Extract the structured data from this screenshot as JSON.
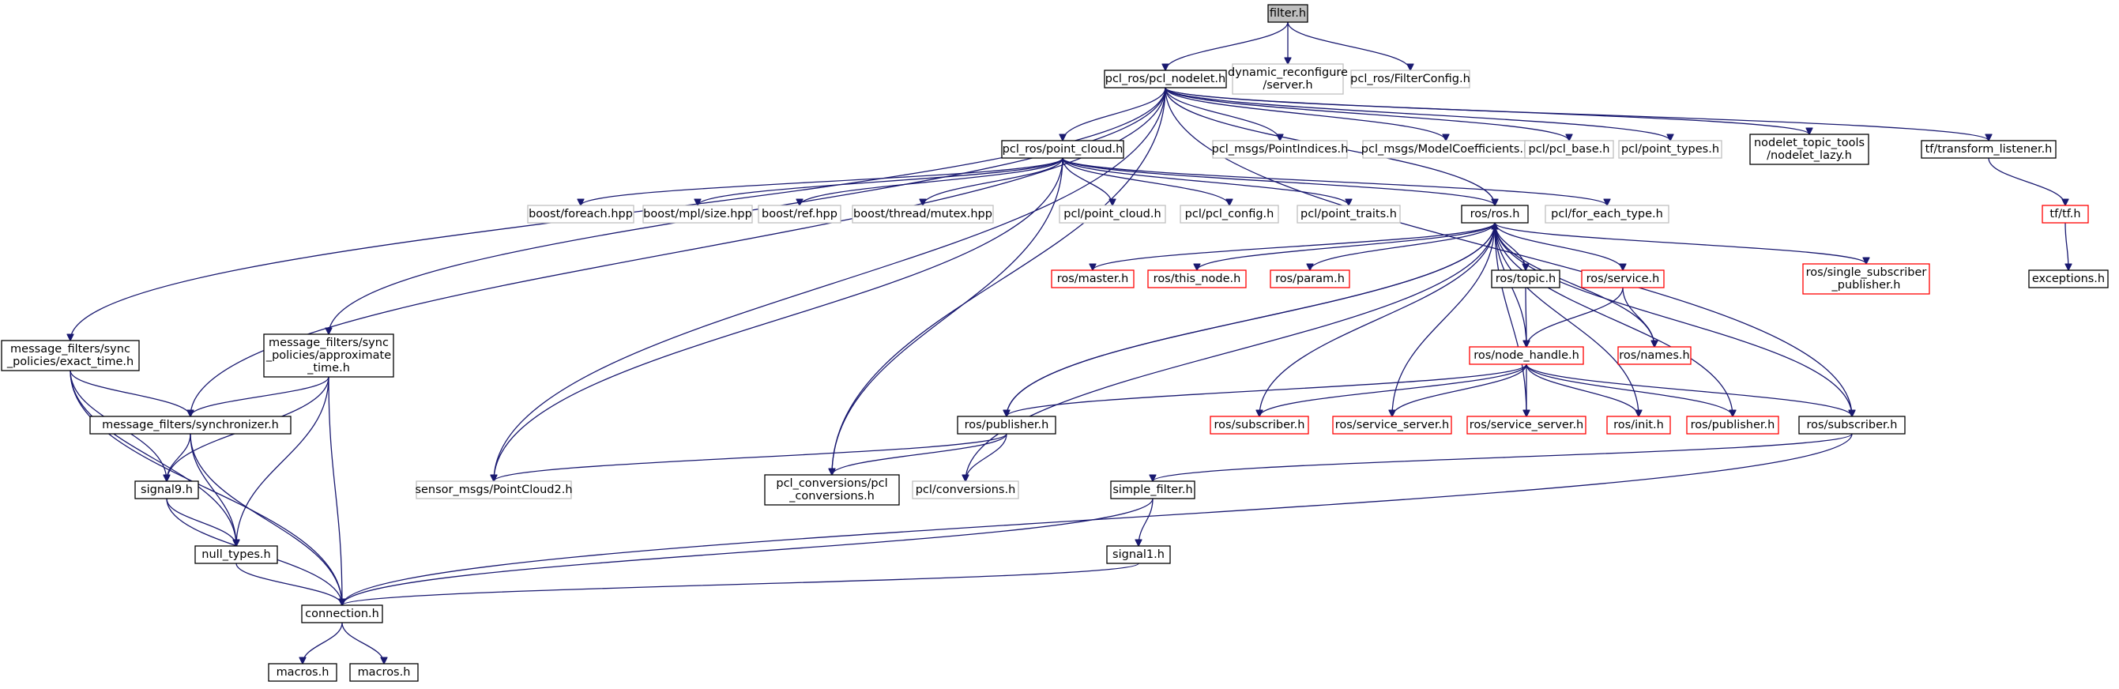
{
  "colors": {
    "edge": "#191970",
    "root_fill": "#bfbfbf",
    "box_fill": "#ffffff",
    "normal_border": "#000000",
    "external_border": "#bfbfbf",
    "missing_border": "#ff0000",
    "text": "#000000"
  },
  "nodes": [
    {
      "id": "filter_h",
      "lines": [
        "filter.h"
      ],
      "style": "root"
    },
    {
      "id": "pcl_nodelet",
      "lines": [
        "pcl_ros/pcl_nodelet.h"
      ],
      "style": "normal"
    },
    {
      "id": "dyn_reconf",
      "lines": [
        "dynamic_reconfigure",
        "/server.h"
      ],
      "style": "external"
    },
    {
      "id": "filter_config",
      "lines": [
        "pcl_ros/FilterConfig.h"
      ],
      "style": "external"
    },
    {
      "id": "point_cloud",
      "lines": [
        "pcl_ros/point_cloud.h"
      ],
      "style": "normal"
    },
    {
      "id": "point_indices",
      "lines": [
        "pcl_msgs/PointIndices.h"
      ],
      "style": "external"
    },
    {
      "id": "model_coeff",
      "lines": [
        "pcl_msgs/ModelCoefficients.h"
      ],
      "style": "external"
    },
    {
      "id": "pcl_base",
      "lines": [
        "pcl/pcl_base.h"
      ],
      "style": "external"
    },
    {
      "id": "point_types",
      "lines": [
        "pcl/point_types.h"
      ],
      "style": "external"
    },
    {
      "id": "nodelet_lazy",
      "lines": [
        "nodelet_topic_tools",
        "/nodelet_lazy.h"
      ],
      "style": "normal"
    },
    {
      "id": "tf_listener",
      "lines": [
        "tf/transform_listener.h"
      ],
      "style": "normal"
    },
    {
      "id": "tf_h",
      "lines": [
        "tf/tf.h"
      ],
      "style": "missing"
    },
    {
      "id": "exceptions",
      "lines": [
        "exceptions.h"
      ],
      "style": "normal"
    },
    {
      "id": "boost_foreach",
      "lines": [
        "boost/foreach.hpp"
      ],
      "style": "external"
    },
    {
      "id": "boost_mpl",
      "lines": [
        "boost/mpl/size.hpp"
      ],
      "style": "external"
    },
    {
      "id": "boost_ref",
      "lines": [
        "boost/ref.hpp"
      ],
      "style": "external"
    },
    {
      "id": "boost_mutex",
      "lines": [
        "boost/thread/mutex.hpp"
      ],
      "style": "external"
    },
    {
      "id": "pcl_point_cloud",
      "lines": [
        "pcl/point_cloud.h"
      ],
      "style": "external"
    },
    {
      "id": "pcl_config",
      "lines": [
        "pcl/pcl_config.h"
      ],
      "style": "external"
    },
    {
      "id": "point_traits",
      "lines": [
        "pcl/point_traits.h"
      ],
      "style": "external"
    },
    {
      "id": "ros_h",
      "lines": [
        "ros/ros.h"
      ],
      "style": "normal"
    },
    {
      "id": "for_each_type",
      "lines": [
        "pcl/for_each_type.h"
      ],
      "style": "external"
    },
    {
      "id": "ros_master",
      "lines": [
        "ros/master.h"
      ],
      "style": "missing"
    },
    {
      "id": "ros_this_node",
      "lines": [
        "ros/this_node.h"
      ],
      "style": "missing"
    },
    {
      "id": "ros_param",
      "lines": [
        "ros/param.h"
      ],
      "style": "missing"
    },
    {
      "id": "ros_topic",
      "lines": [
        "ros/topic.h"
      ],
      "style": "normal"
    },
    {
      "id": "ros_service",
      "lines": [
        "ros/service.h"
      ],
      "style": "missing"
    },
    {
      "id": "single_sub_pub",
      "lines": [
        "ros/single_subscriber",
        "_publisher.h"
      ],
      "style": "missing"
    },
    {
      "id": "mf_exact",
      "lines": [
        "message_filters/sync",
        "_policies/exact_time.h"
      ],
      "style": "normal"
    },
    {
      "id": "mf_approx",
      "lines": [
        "message_filters/sync",
        "_policies/approximate",
        "_time.h"
      ],
      "style": "normal"
    },
    {
      "id": "node_handle",
      "lines": [
        "ros/node_handle.h"
      ],
      "style": "missing"
    },
    {
      "id": "ros_names",
      "lines": [
        "ros/names.h"
      ],
      "style": "missing"
    },
    {
      "id": "mf_sync",
      "lines": [
        "message_filters/synchronizer.h"
      ],
      "style": "normal"
    },
    {
      "id": "ros_publisher_n",
      "lines": [
        "ros/publisher.h"
      ],
      "style": "normal"
    },
    {
      "id": "ros_subscriber_r",
      "lines": [
        "ros/subscriber.h"
      ],
      "style": "missing"
    },
    {
      "id": "ros_service_server_1",
      "lines": [
        "ros/service_server.h"
      ],
      "style": "missing"
    },
    {
      "id": "ros_service_server_2",
      "lines": [
        "ros/service_server.h"
      ],
      "style": "missing"
    },
    {
      "id": "ros_init",
      "lines": [
        "ros/init.h"
      ],
      "style": "missing"
    },
    {
      "id": "ros_publisher_r",
      "lines": [
        "ros/publisher.h"
      ],
      "style": "missing"
    },
    {
      "id": "ros_subscriber_n",
      "lines": [
        "ros/subscriber.h"
      ],
      "style": "normal"
    },
    {
      "id": "signal9",
      "lines": [
        "signal9.h"
      ],
      "style": "normal"
    },
    {
      "id": "pointcloud2",
      "lines": [
        "sensor_msgs/PointCloud2.h"
      ],
      "style": "external"
    },
    {
      "id": "pcl_conversions",
      "lines": [
        "pcl_conversions/pcl",
        "_conversions.h"
      ],
      "style": "normal"
    },
    {
      "id": "pcl_conv_h",
      "lines": [
        "pcl/conversions.h"
      ],
      "style": "external"
    },
    {
      "id": "simple_filter",
      "lines": [
        "simple_filter.h"
      ],
      "style": "normal"
    },
    {
      "id": "null_types",
      "lines": [
        "null_types.h"
      ],
      "style": "normal"
    },
    {
      "id": "signal1",
      "lines": [
        "signal1.h"
      ],
      "style": "normal"
    },
    {
      "id": "connection",
      "lines": [
        "connection.h"
      ],
      "style": "normal"
    },
    {
      "id": "macros_1",
      "lines": [
        "macros.h"
      ],
      "style": "normal"
    },
    {
      "id": "macros_2",
      "lines": [
        "macros.h"
      ],
      "style": "normal"
    }
  ],
  "edges": [
    [
      "filter_h",
      "pcl_nodelet"
    ],
    [
      "filter_h",
      "dyn_reconf"
    ],
    [
      "filter_h",
      "filter_config"
    ],
    [
      "pcl_nodelet",
      "point_cloud"
    ],
    [
      "pcl_nodelet",
      "point_indices"
    ],
    [
      "pcl_nodelet",
      "model_coeff"
    ],
    [
      "pcl_nodelet",
      "pcl_base"
    ],
    [
      "pcl_nodelet",
      "point_types"
    ],
    [
      "pcl_nodelet",
      "nodelet_lazy"
    ],
    [
      "pcl_nodelet",
      "tf_listener"
    ],
    [
      "pcl_nodelet",
      "mf_exact"
    ],
    [
      "pcl_nodelet",
      "mf_approx"
    ],
    [
      "pcl_nodelet",
      "mf_sync"
    ],
    [
      "pcl_nodelet",
      "pointcloud2"
    ],
    [
      "pcl_nodelet",
      "pcl_conversions"
    ],
    [
      "pcl_nodelet",
      "ros_h"
    ],
    [
      "pcl_nodelet",
      "ros_subscriber_n"
    ],
    [
      "tf_listener",
      "tf_h"
    ],
    [
      "tf_h",
      "exceptions"
    ],
    [
      "point_cloud",
      "boost_foreach"
    ],
    [
      "point_cloud",
      "boost_mpl"
    ],
    [
      "point_cloud",
      "boost_ref"
    ],
    [
      "point_cloud",
      "boost_mutex"
    ],
    [
      "point_cloud",
      "pcl_point_cloud"
    ],
    [
      "point_cloud",
      "pcl_config"
    ],
    [
      "point_cloud",
      "point_traits"
    ],
    [
      "point_cloud",
      "for_each_type"
    ],
    [
      "point_cloud",
      "ros_h"
    ],
    [
      "point_cloud",
      "pointcloud2"
    ],
    [
      "point_cloud",
      "pcl_conversions"
    ],
    [
      "ros_h",
      "ros_master"
    ],
    [
      "ros_h",
      "ros_this_node"
    ],
    [
      "ros_h",
      "ros_param"
    ],
    [
      "ros_h",
      "ros_topic"
    ],
    [
      "ros_h",
      "ros_service"
    ],
    [
      "ros_h",
      "single_sub_pub"
    ],
    [
      "ros_h",
      "node_handle"
    ],
    [
      "ros_h",
      "ros_names"
    ],
    [
      "ros_h",
      "ros_publisher_n"
    ],
    [
      "ros_h",
      "ros_subscriber_r"
    ],
    [
      "ros_h",
      "ros_service_server_1"
    ],
    [
      "ros_h",
      "ros_service_server_2"
    ],
    [
      "ros_h",
      "ros_init"
    ],
    [
      "ros_h",
      "ros_publisher_r"
    ],
    [
      "ros_h",
      "ros_subscriber_n"
    ],
    [
      "ros_h",
      "pcl_conv_h"
    ],
    [
      "ros_topic",
      "node_handle"
    ],
    [
      "ros_service",
      "node_handle"
    ],
    [
      "ros_service",
      "ros_names"
    ],
    [
      "node_handle",
      "ros_publisher_n"
    ],
    [
      "node_handle",
      "ros_subscriber_r"
    ],
    [
      "node_handle",
      "ros_service_server_1"
    ],
    [
      "node_handle",
      "ros_service_server_2"
    ],
    [
      "node_handle",
      "ros_init"
    ],
    [
      "node_handle",
      "ros_publisher_r"
    ],
    [
      "node_handle",
      "ros_subscriber_n"
    ],
    [
      "ros_publisher_n",
      "ros_h"
    ],
    [
      "ros_publisher_n",
      "pointcloud2"
    ],
    [
      "ros_publisher_n",
      "pcl_conversions"
    ],
    [
      "ros_publisher_n",
      "pcl_conv_h"
    ],
    [
      "ros_subscriber_n",
      "simple_filter"
    ],
    [
      "ros_subscriber_n",
      "connection"
    ],
    [
      "mf_exact",
      "mf_sync"
    ],
    [
      "mf_exact",
      "signal9"
    ],
    [
      "mf_exact",
      "null_types"
    ],
    [
      "mf_exact",
      "connection"
    ],
    [
      "mf_approx",
      "mf_sync"
    ],
    [
      "mf_approx",
      "signal9"
    ],
    [
      "mf_approx",
      "null_types"
    ],
    [
      "mf_approx",
      "connection"
    ],
    [
      "mf_sync",
      "signal9"
    ],
    [
      "mf_sync",
      "null_types"
    ],
    [
      "mf_sync",
      "connection"
    ],
    [
      "signal9",
      "null_types"
    ],
    [
      "signal9",
      "connection"
    ],
    [
      "null_types",
      "connection"
    ],
    [
      "simple_filter",
      "signal1"
    ],
    [
      "simple_filter",
      "connection"
    ],
    [
      "signal1",
      "connection"
    ],
    [
      "connection",
      "macros_1"
    ],
    [
      "connection",
      "macros_2"
    ]
  ]
}
